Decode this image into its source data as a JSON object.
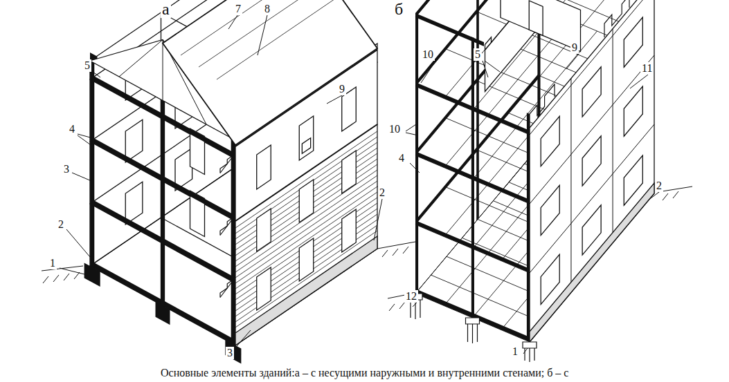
{
  "diagram": {
    "caption": "Основные элементы зданий:а – с несущими наружными и внутренними стенами; б – с",
    "labels": [
      "а",
      "7",
      "8",
      "5",
      "9",
      "4",
      "3",
      "2",
      "1",
      "3",
      "2",
      "б",
      "10",
      "5",
      "9",
      "11",
      "10",
      "4",
      "2",
      "12",
      "1"
    ]
  }
}
